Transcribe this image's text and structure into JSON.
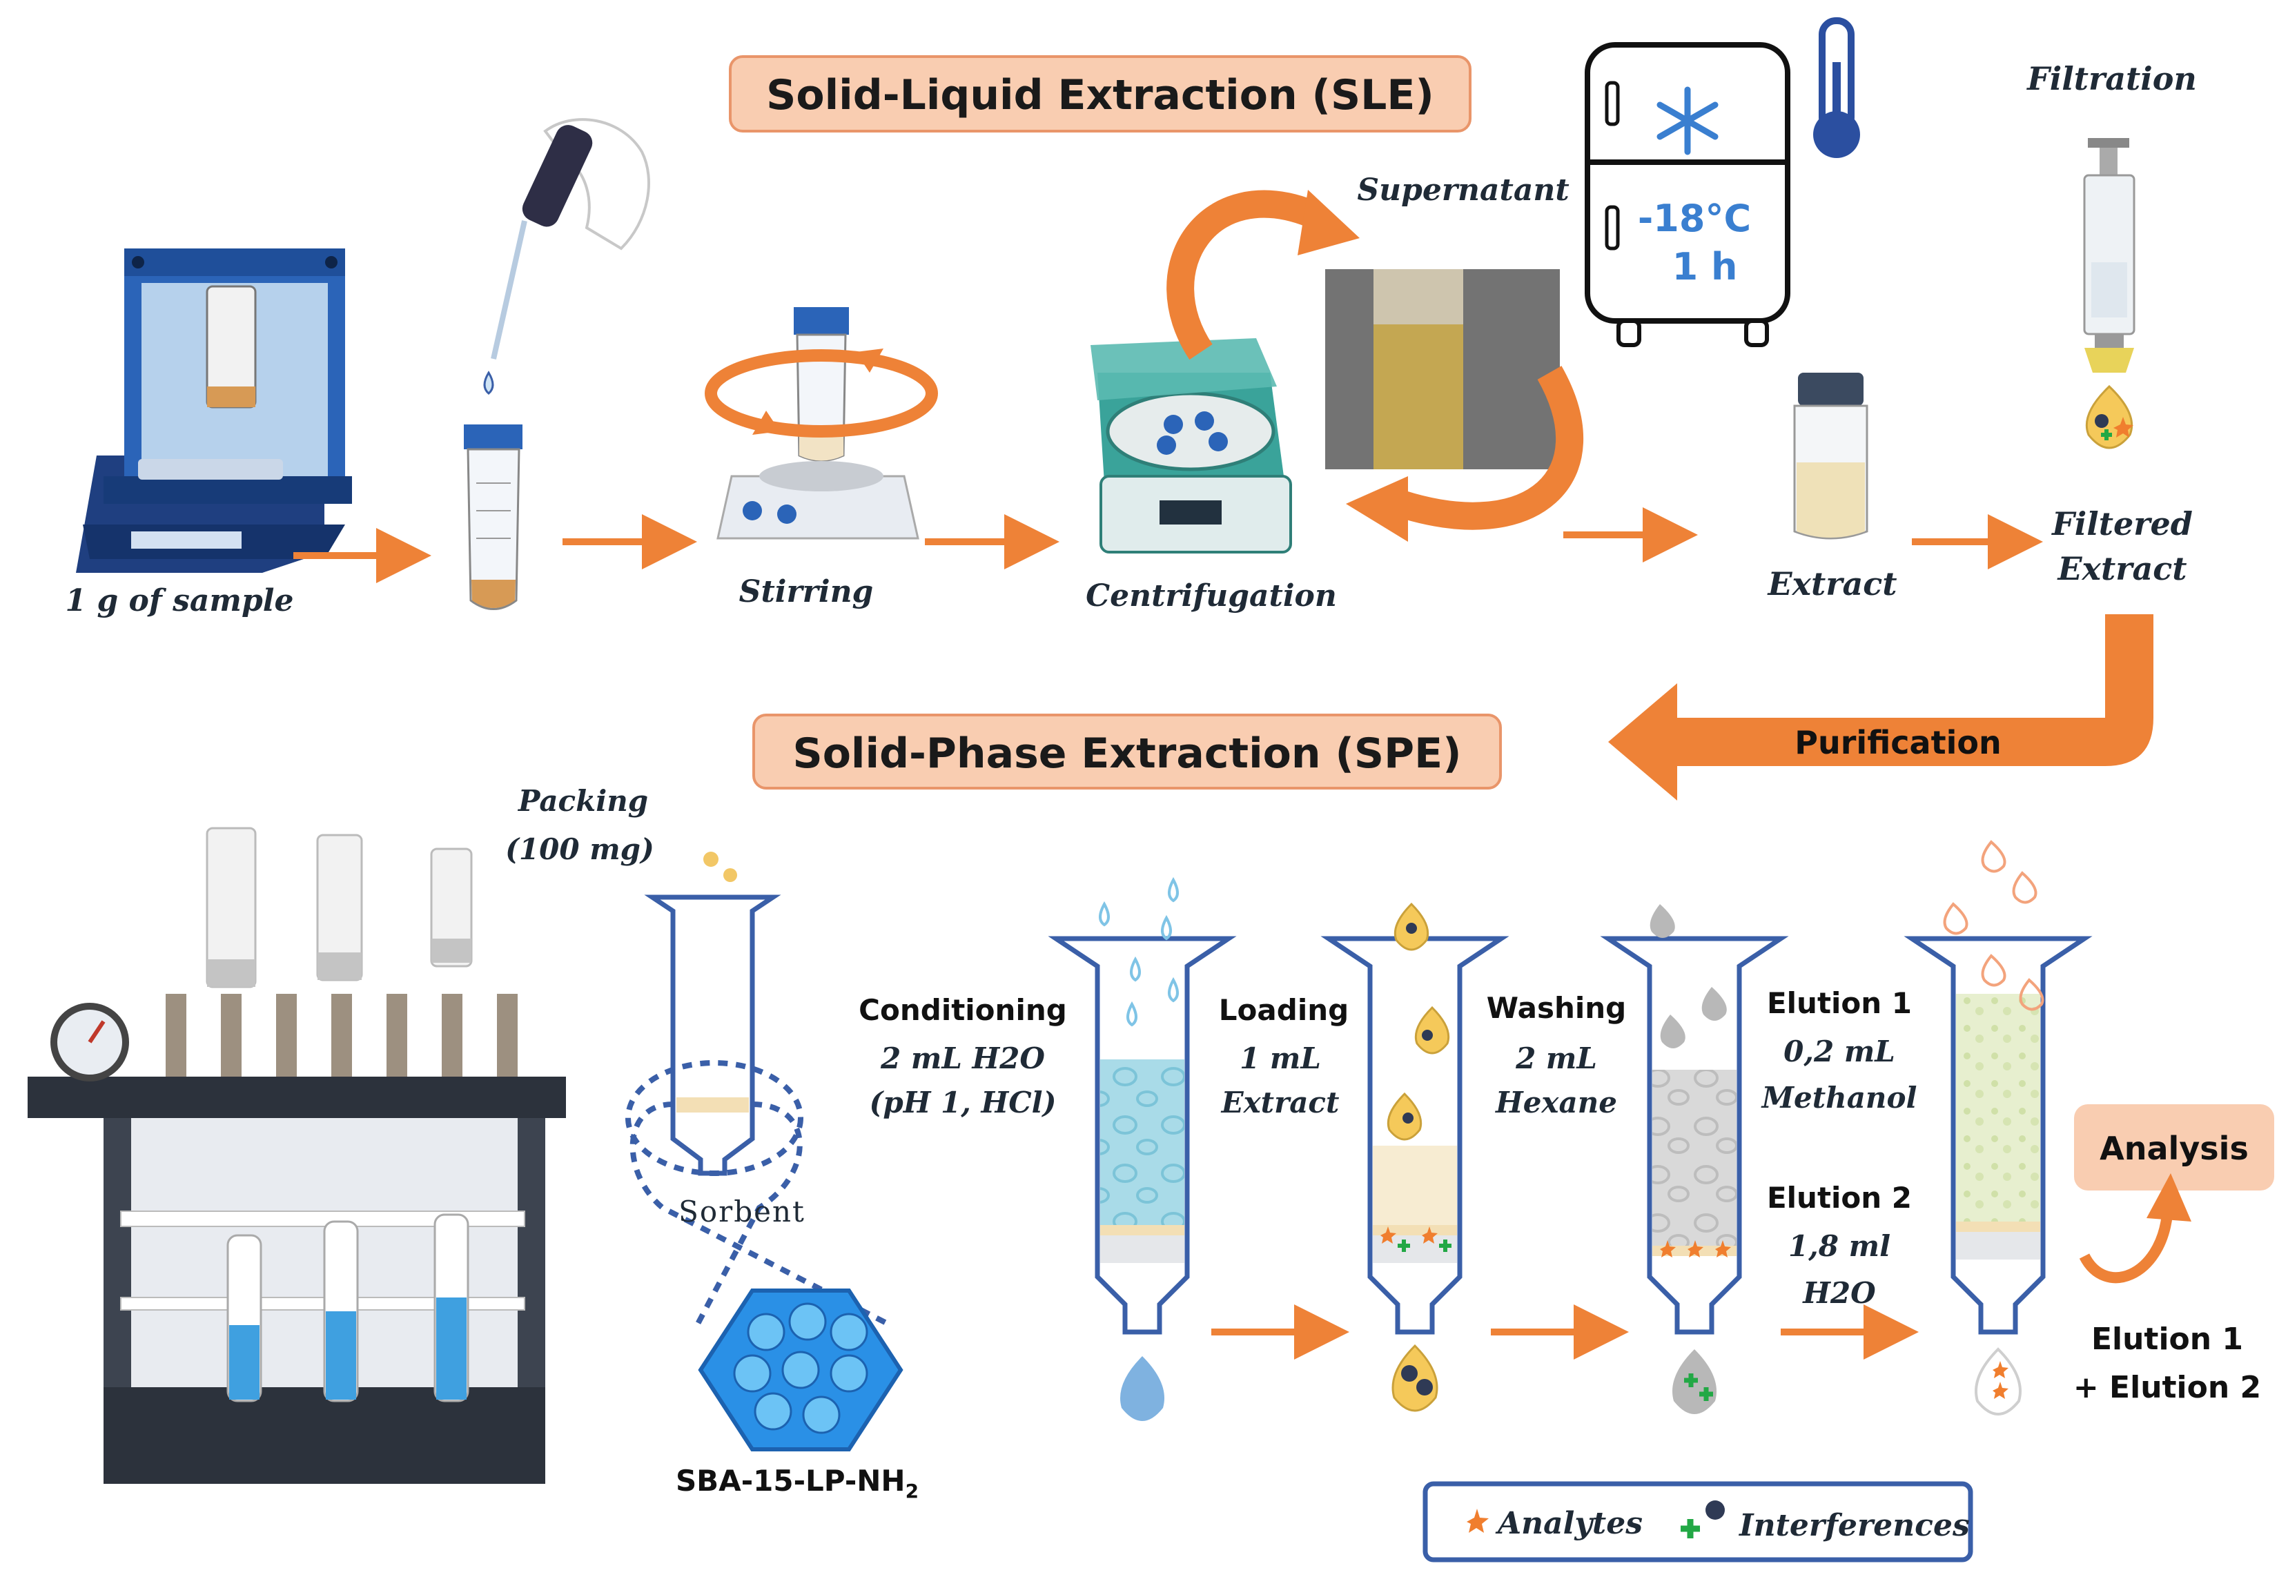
{
  "banners": {
    "sle": "Solid-Liquid Extraction (SLE)",
    "spe": "Solid-Phase Extraction (SPE)",
    "purification": "Purification",
    "analysis": "Analysis"
  },
  "sle_steps": {
    "sample": "1 g of sample",
    "stirring": "Stirring",
    "centrifugation": "Centrifugation",
    "supernatant": "Supernatant",
    "freezer_temp": "-18°C",
    "freezer_time": "1 h",
    "filtration": "Filtration",
    "extract": "Extract",
    "filtered_1": "Filtered",
    "filtered_2": "Extract"
  },
  "packing": {
    "title": "Packing",
    "amount": "(100 mg)",
    "sorbent": "Sorbent",
    "material_main": "SBA-15-LP-NH",
    "material_sub": "2"
  },
  "spe_steps": {
    "conditioning": [
      "Conditioning",
      "2 mL H2O",
      "(pH 1, HCl)"
    ],
    "loading": [
      "Loading",
      "1 mL",
      "Extract"
    ],
    "washing": [
      "Washing",
      "2 mL",
      "Hexane"
    ],
    "elution1": [
      "Elution 1",
      "0,2 mL",
      "Methanol"
    ],
    "elution2": [
      "Elution 2",
      "1,8 ml",
      "H2O"
    ],
    "combined": [
      "Elution 1",
      "+ Elution 2"
    ]
  },
  "legend": {
    "analytes": "Analytes",
    "interferences": "Interferences"
  },
  "colors": {
    "arrow": "#ee8237",
    "banner_fill": "#f9cdb1",
    "banner_stroke": "#e9956a",
    "column_stroke": "#3a5fa8",
    "instrument_blue": "#2b64b8",
    "analyte_star": "#f07e2e",
    "interference_cross": "#22a845",
    "interference_dot": "#2f3a55"
  }
}
